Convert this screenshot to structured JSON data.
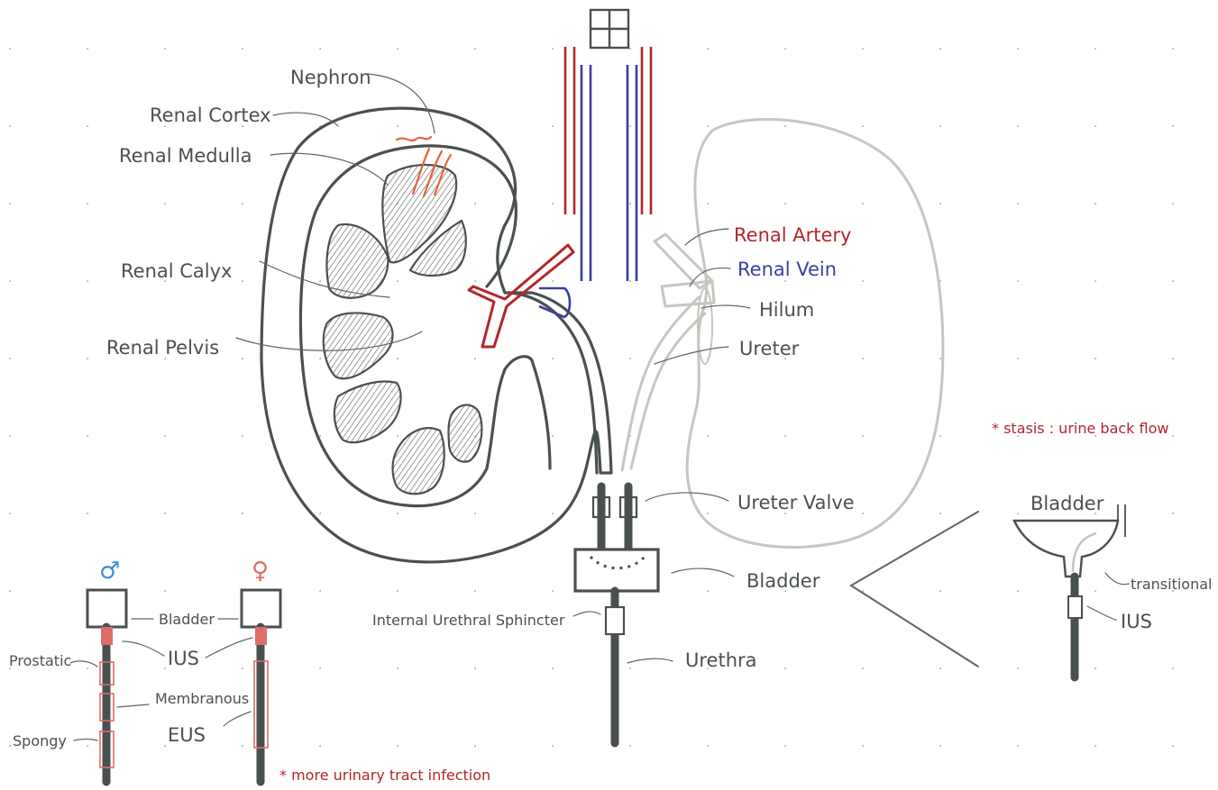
{
  "labels": {
    "nephron": "Nephron",
    "renal_cortex": "Renal Cortex",
    "renal_medulla": "Renal Medulla",
    "renal_calyx": "Renal Calyx",
    "renal_pelvis": "Renal Pelvis",
    "renal_artery": "Renal Artery",
    "renal_vein": "Renal Vein",
    "hilum": "Hilum",
    "ureter": "Ureter",
    "ureter_valve": "Ureter Valve",
    "bladder": "Bladder",
    "internal_urethral_sphincter": "Internal Urethral Sphincter",
    "urethra": "Urethra"
  },
  "notes": {
    "stasis": "* stasis : urine back flow",
    "uti": "* more urinary tract infection"
  },
  "sex_comparison": {
    "male_symbol": "♂",
    "female_symbol": "♀",
    "bladder": "Bladder",
    "ius": "IUS",
    "prostatic": "Prostatic",
    "membranous": "Membranous",
    "eus": "EUS",
    "spongy": "Spongy"
  },
  "bladder_detail": {
    "title": "Bladder",
    "transitional": "transitional",
    "ius": "IUS"
  },
  "colors": {
    "ink": "#4a5050",
    "artery": "#b3262a",
    "vein": "#3a3f9e",
    "nephron": "#e8623a",
    "male_symbol": "#3a8fd8",
    "female_symbol": "#e06b6b",
    "sphincter_fill": "#e06b6b",
    "ghost_kidney": "#c8c5c0",
    "dot_grid": "#aebfd8"
  },
  "icons": {
    "grid_icon": "four-pane-square"
  }
}
